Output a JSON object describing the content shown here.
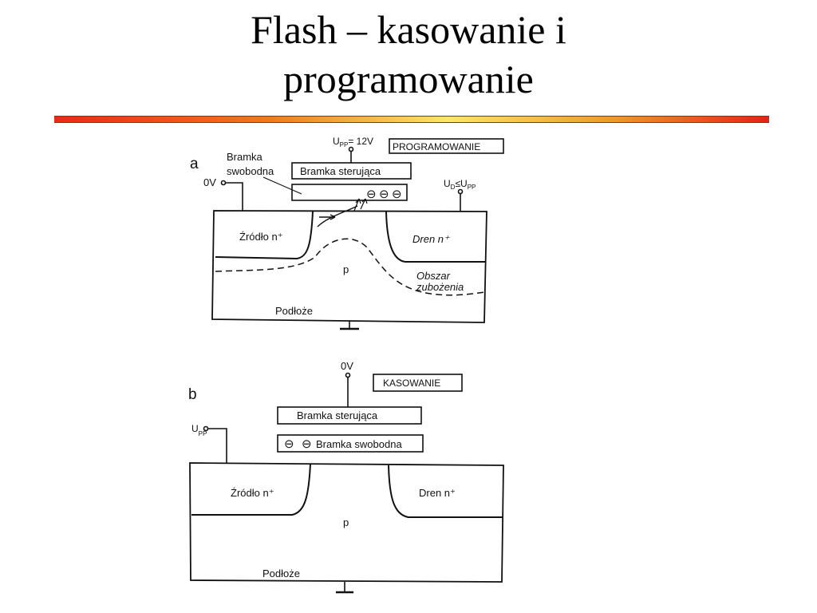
{
  "slide": {
    "title_line1": "Flash – kasowanie i",
    "title_line2": "programowanie"
  },
  "diagram_a": {
    "letter": "a",
    "mode_label": "PROGRAMOWANIE",
    "upp_label": "U",
    "upp_sub": "PP",
    "upp_value": "= 12V",
    "floating_gate_label_1": "Bramka",
    "floating_gate_label_2": "swobodna",
    "control_gate_label": "Bramka sterująca",
    "source_voltage": "0V",
    "ud_label": "U",
    "ud_sub": "D",
    "ud_rel": "≤U",
    "ud_rel_sub": "PP",
    "source_label": "Źródło n⁺",
    "drain_label": "Dren  n⁺",
    "substrate_type": "p",
    "depletion_label_1": "Obszar",
    "depletion_label_2": "zubożenia",
    "substrate_label": "Podłoże",
    "electron_symbol": "⊖"
  },
  "diagram_b": {
    "letter": "b",
    "mode_label": "KASOWANIE",
    "gate_voltage": "0V",
    "control_gate_label": "Bramka sterująca",
    "floating_gate_label": "Bramka swobodna",
    "electron_symbol": "⊖",
    "upp_label": "U",
    "upp_sub": "PP",
    "source_label": "Źródło n⁺",
    "drain_label": "Dren  n⁺",
    "substrate_type": "p",
    "substrate_label": "Podłoże"
  }
}
